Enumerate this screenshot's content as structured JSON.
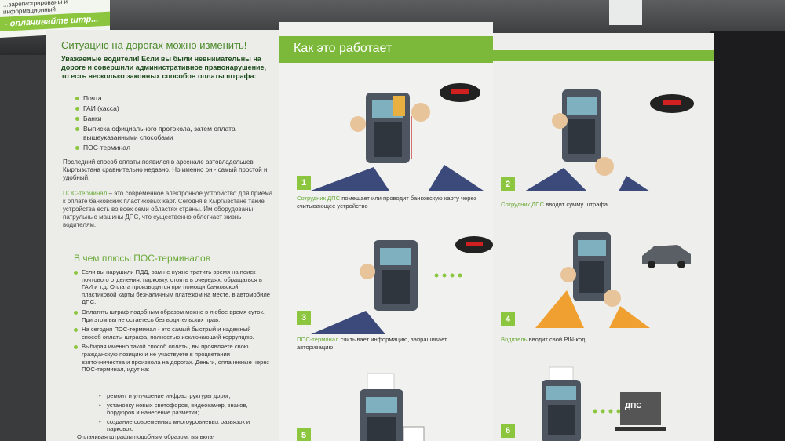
{
  "back_flyer": {
    "text": "...зарегистрированы и информационный",
    "band": "- оплачивайте штр..."
  },
  "left_panel": {
    "title": "Ситуацию на дорогах можно изменить!",
    "intro": "Уважаемые водители! Если вы были невнимательны на дороге и совершили административное правонарушение, то есть несколько законных способов оплаты штрафа:",
    "ways": [
      "Почта",
      "ГАИ (касса)",
      "Банки",
      "Выписка официального протокола, затем оплата вышеуказанными способами",
      "ПОС-терминал"
    ],
    "para1": "Последний способ оплаты появился в арсенале автовладельцев Кыргызстана сравнительно недавно. Но именно он - самый простой и удобный.",
    "para2_term": "ПОС-терминал",
    "para2": " – это современное электронное устройство для приема к оплате банковских пластиковых карт. Сегодня в Кыргызстане такие устройства есть во всех семи областях страны. Им оборудованы патрульные машины ДПС, что существенно облегчает жизнь водителям.",
    "pros_title": "В чем плюсы ПОС-терминалов",
    "pros": [
      "Если вы нарушили ПДД, вам не нужно тратить время на поиск почтового отделения, парковку, стоять в очередях, обращаться в ГАИ и т.д. Оплата производится при помощи банковской пластиковой карты безналичным платежом на месте, в автомобиле ДПС.",
      "Оплатить штраф подобным образом можно в любое время суток. При этом вы не остаетесь без водительских прав.",
      "На сегодня ПОС-терминал - это самый быстрый и надежный способ оплаты штрафа, полностью исключающий коррупцию.",
      "Выбирая именно такой способ оплаты, вы проявляете свою гражданскую позицию и не участвуете в процветании взяточничества и произвола на дорогах. Деньги, оплаченные через ПОС-терминал, идут на:"
    ],
    "uses": [
      "ремонт и улучшение инфраструктуры дорог;",
      "установку новых светофоров, видеокамер, знаков, бордюров и нанесение разметки;",
      "создание современных многоуровневых развязок и парковок."
    ],
    "last": "Оплачивая штрафы подобным образом, вы вкла-"
  },
  "how_it_works": {
    "title": "Как это работает",
    "steps": [
      {
        "num": "1",
        "who": "Сотрудник ДПС",
        "text": " помещает или проводит банковскую карту через считывающее устройство"
      },
      {
        "num": "2",
        "who": "Сотрудник ДПС",
        "text": " вводит сумму штрафа"
      },
      {
        "num": "3",
        "who": "ПОС-терминал",
        "text": " считывает информацию, запрашивает авторизацию"
      },
      {
        "num": "4",
        "who": "Водитель",
        "text": " вводит свой PIN-код"
      },
      {
        "num": "5",
        "who": "",
        "text": ""
      },
      {
        "num": "6",
        "who": "",
        "text": ""
      }
    ],
    "dps_label": "ДПС"
  },
  "colors": {
    "green": "#8cc63f",
    "dark_green": "#4a8a2a",
    "uniform": "#3b4a7a",
    "driver_sleeve": "#f0a030",
    "terminal": "#4d5660"
  }
}
